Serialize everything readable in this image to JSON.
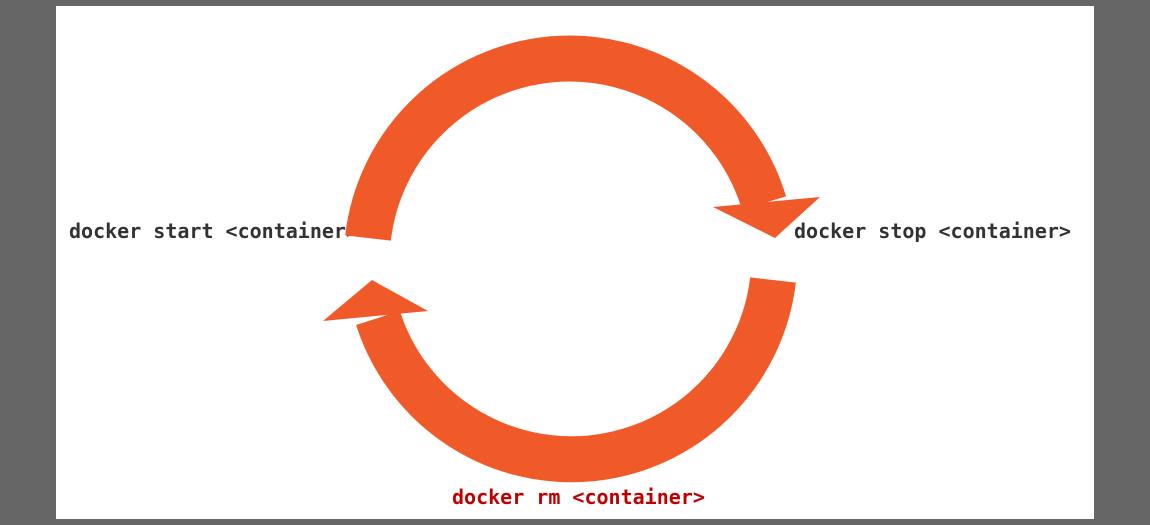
{
  "labels": {
    "start": "docker start <container>",
    "stop": "docker stop <container>",
    "rm": "docker rm <container>"
  },
  "colors": {
    "arrow": "#f05a28",
    "text": "#333333",
    "rm_text": "#c00000",
    "background": "#666666",
    "panel": "#ffffff"
  }
}
